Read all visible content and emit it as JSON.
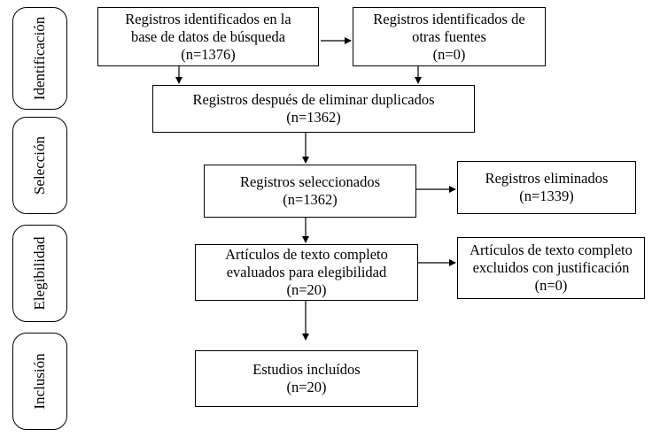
{
  "phases": [
    "Identificación",
    "Selección",
    "Elegibilidad",
    "Inclusión"
  ],
  "boxes": {
    "db": {
      "lines": [
        "Registros identificados en la",
        "base de datos de búsqueda",
        "(n=1376)"
      ]
    },
    "other": {
      "lines": [
        "Registros identificados de",
        "otras fuentes",
        "(n=0)"
      ]
    },
    "dedup": {
      "lines": [
        "Registros después de eliminar duplicados",
        "(n=1362)"
      ]
    },
    "selected": {
      "lines": [
        "Registros seleccionados",
        "(n=1362)"
      ]
    },
    "removed": {
      "lines": [
        "Registros eliminados",
        "(n=1339)"
      ]
    },
    "fulltext": {
      "lines": [
        "Artículos de texto completo",
        "evaluados para elegibilidad",
        "(n=20)"
      ]
    },
    "excluded": {
      "lines": [
        "Artículos de texto completo",
        "excluidos con justificación",
        "(n=0)"
      ]
    },
    "included": {
      "lines": [
        "Estudios incluídos",
        "(n=20)"
      ]
    }
  }
}
